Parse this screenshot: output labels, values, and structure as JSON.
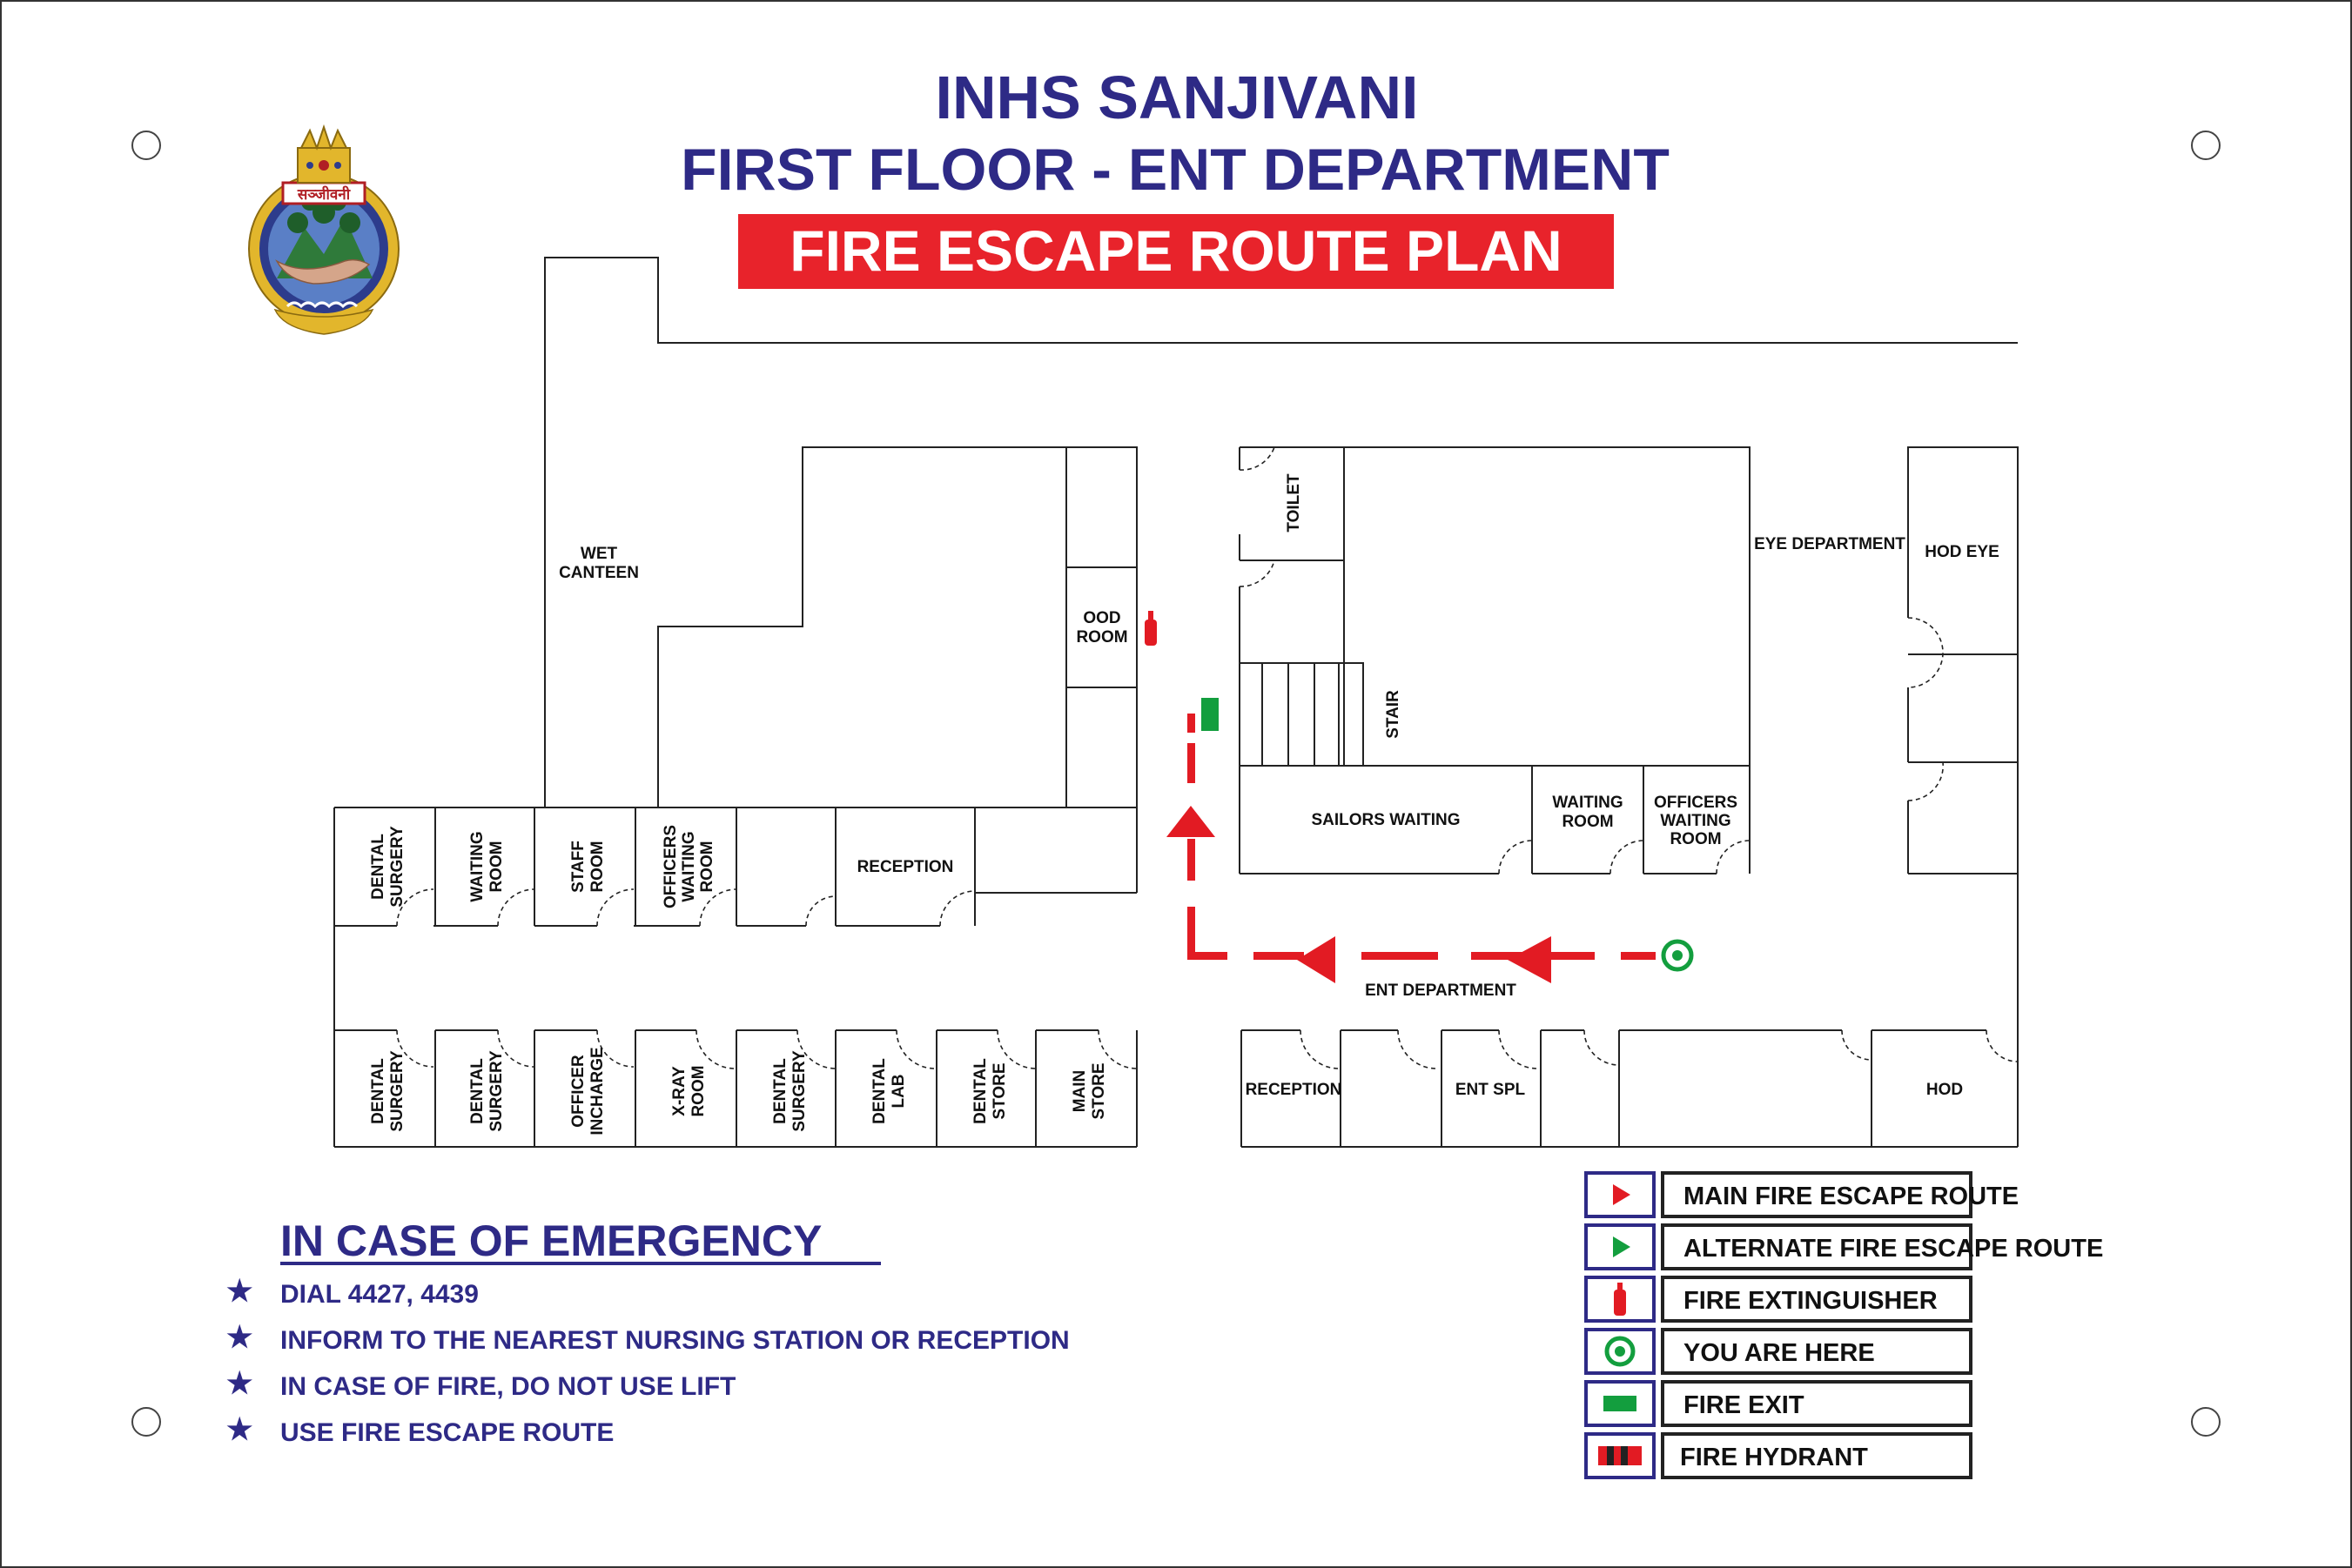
{
  "header": {
    "title": "INHS SANJIVANI",
    "subtitle": "FIRST FLOOR - ENT DEPARTMENT",
    "banner": "FIRE ESCAPE ROUTE PLAN"
  },
  "crest": {
    "label": "सञ्जीवनी"
  },
  "rooms": {
    "wet_canteen_1": "WET",
    "wet_canteen_2": "CANTEEN",
    "ood_1": "OOD",
    "ood_2": "ROOM",
    "toilet": "TOILET",
    "stair": "STAIR",
    "eye_department": "EYE DEPARTMENT",
    "hod_eye": "HOD EYE",
    "sailors_waiting": "SAILORS WAITING",
    "waiting_room_right_1": "WAITING",
    "waiting_room_right_2": "ROOM",
    "officers_waiting_right_1": "OFFICERS",
    "officers_waiting_right_2": "WAITING",
    "officers_waiting_right_3": "ROOM",
    "reception_top": "RECEPTION",
    "ent_department": "ENT DEPARTMENT",
    "reception_bottom": "RECEPTION",
    "ent_spl": "ENT SPL",
    "hod": "HOD",
    "top_row": [
      [
        "DENTAL",
        "SURGERY"
      ],
      [
        "WAITING",
        "ROOM"
      ],
      [
        "STAFF",
        "ROOM"
      ],
      [
        "OFFICERS",
        "WAITING",
        "ROOM"
      ]
    ],
    "bottom_row": [
      [
        "DENTAL",
        "SURGERY"
      ],
      [
        "DENTAL",
        "SURGERY"
      ],
      [
        "OFFICER",
        "INCHARGE"
      ],
      [
        "X-RAY",
        "ROOM"
      ],
      [
        "DENTAL",
        "SURGERY"
      ],
      [
        "DENTAL",
        "LAB"
      ],
      [
        "DENTAL",
        "STORE"
      ],
      [
        "MAIN",
        "STORE"
      ]
    ]
  },
  "emergency": {
    "heading": "IN CASE OF EMERGENCY",
    "items": [
      "DIAL 4427, 4439",
      "INFORM TO THE NEAREST NURSING STATION OR RECEPTION",
      "IN CASE OF FIRE, DO NOT USE LIFT",
      "USE FIRE ESCAPE ROUTE"
    ]
  },
  "legend": [
    {
      "icon": "main-route-arrow-icon",
      "label": "MAIN FIRE ESCAPE ROUTE"
    },
    {
      "icon": "alternate-route-arrow-icon",
      "label": "ALTERNATE FIRE ESCAPE ROUTE"
    },
    {
      "icon": "fire-extinguisher-icon",
      "label": "FIRE EXTINGUISHER"
    },
    {
      "icon": "you-are-here-icon",
      "label": "YOU ARE HERE"
    },
    {
      "icon": "fire-exit-icon",
      "label": "FIRE EXIT"
    },
    {
      "icon": "fire-hydrant-icon",
      "label": "FIRE HYDRANT"
    }
  ],
  "colors": {
    "title_blue": "#2e2a86",
    "banner_red": "#e8232b",
    "route_red": "#e21b23",
    "exit_green": "#139e3e"
  }
}
